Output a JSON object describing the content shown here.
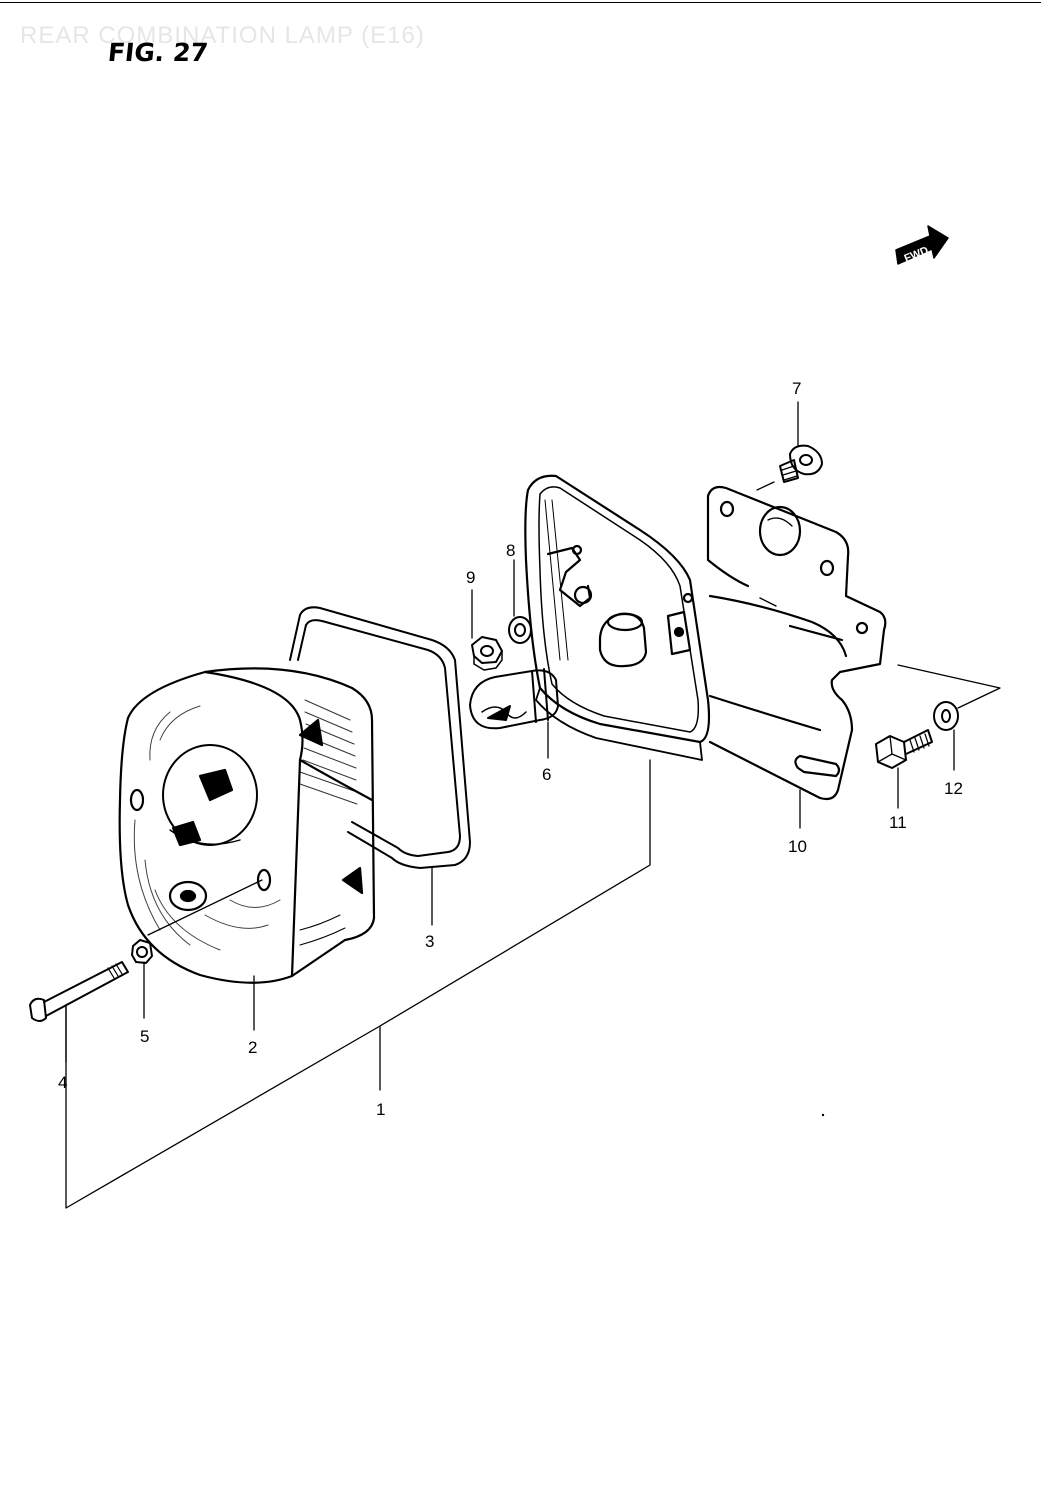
{
  "header": {
    "faint_title": "REAR COMBINATION LAMP (E16)",
    "figure_label": "FIG. 27"
  },
  "direction_marker": {
    "label": "FWD",
    "icon": "forward-arrow-icon"
  },
  "parts": [
    {
      "id": "part-1",
      "number": "1"
    },
    {
      "id": "part-2",
      "number": "2"
    },
    {
      "id": "part-3",
      "number": "3"
    },
    {
      "id": "part-4",
      "number": "4"
    },
    {
      "id": "part-5",
      "number": "5"
    },
    {
      "id": "part-6",
      "number": "6"
    },
    {
      "id": "part-7",
      "number": "7"
    },
    {
      "id": "part-8",
      "number": "8"
    },
    {
      "id": "part-9",
      "number": "9"
    },
    {
      "id": "part-10",
      "number": "10"
    },
    {
      "id": "part-11",
      "number": "11"
    },
    {
      "id": "part-12",
      "number": "12"
    }
  ],
  "colors": {
    "ink": "#000000",
    "paper": "#ffffff",
    "faint_text": "#e6e6e6"
  }
}
